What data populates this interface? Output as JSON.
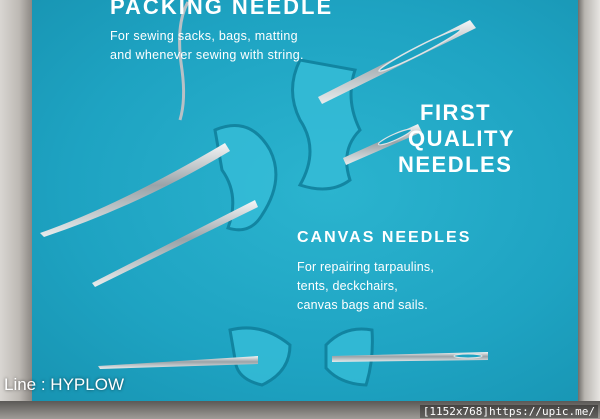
{
  "card": {
    "packing_title": "PACKING NEEDLE",
    "packing_desc": "For sewing sacks, bags, matting and whenever sewing with string.",
    "quality_lines": [
      "FIRST",
      "QUALITY",
      "NEEDLES"
    ],
    "canvas_title": "CANVAS NEEDLES",
    "canvas_desc_lines": [
      "For repairing tarpaulins,",
      "tents, deckchairs,",
      "canvas bags and sails."
    ]
  },
  "watermark": "Line : HYPLOW",
  "dimension_label": "[1152x768]https://upic.me/",
  "colors": {
    "card": "#1ea3c2",
    "text": "#ffffff",
    "needle": "#c8ced2"
  }
}
